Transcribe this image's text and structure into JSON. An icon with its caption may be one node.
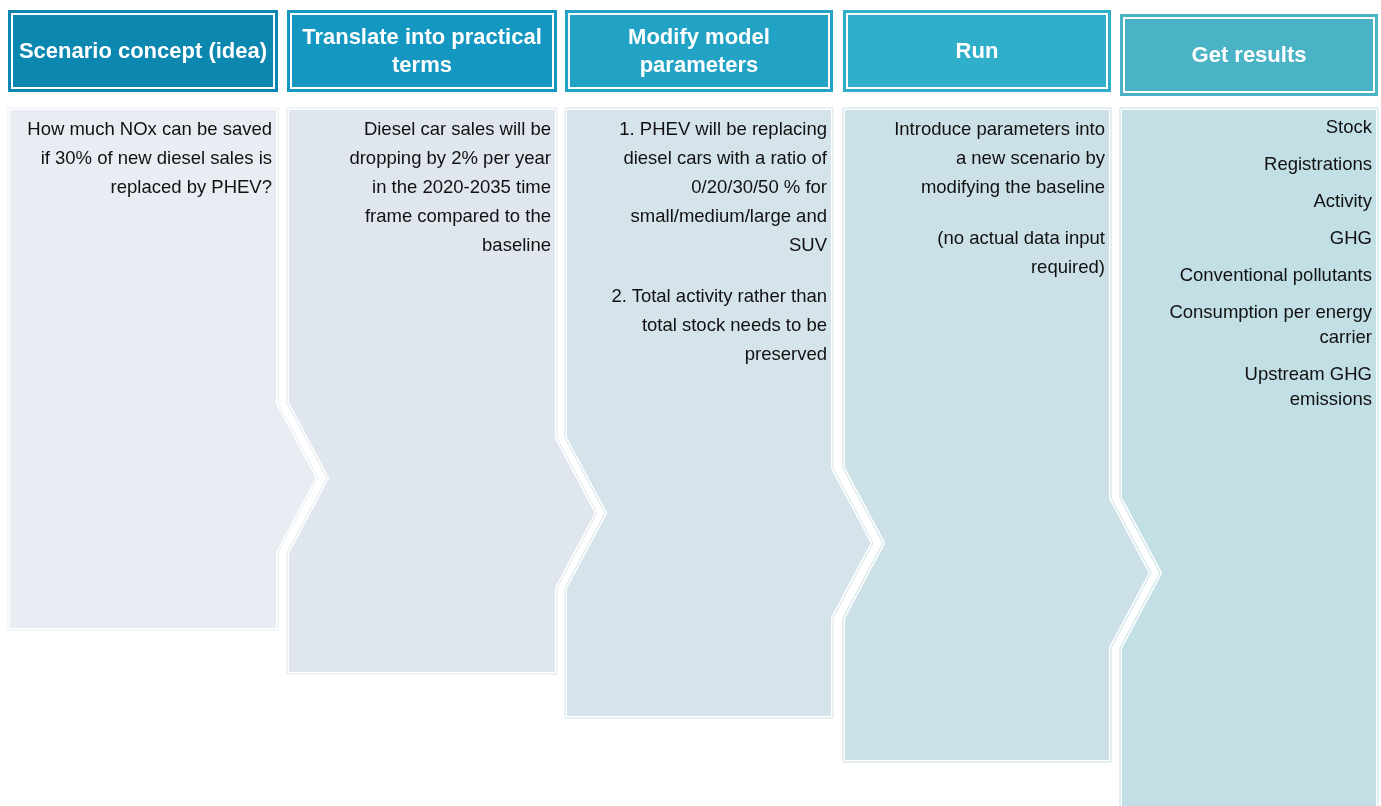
{
  "diagram": {
    "nodes": [
      {
        "text": [
          "Scenario concept (idea)"
        ]
      },
      {
        "text": [
          "Translate into practical terms"
        ]
      },
      {
        "text": [
          "Modify model parameters"
        ]
      },
      {
        "text": [
          "Run"
        ]
      },
      {
        "text": [
          "Get results"
        ]
      },
      {
        "text": [
          "How much NOx can be saved if 30% of new diesel sales is replaced by PHEV?"
        ]
      },
      {
        "text": [
          "Diesel car sales will be dropping by 2% per year in the 2020-2035 time frame compared to the baseline"
        ]
      },
      {
        "text": [
          "1. PHEV will be replacing diesel cars with a ratio of 0/20/30/50 % for small/medium/large and SUV",
          "2. Total activity rather than total stock needs to be preserved"
        ]
      },
      {
        "text": [
          "Introduce parameters into a new scenario by modifying the baseline",
          "(no actual data input required)"
        ]
      },
      {
        "text": [
          "Stock",
          "Registrations",
          "Activity",
          "GHG",
          "Conventional pollutants",
          "Consumption per energy carrier",
          "Upstream GHG emissions"
        ]
      }
    ]
  }
}
